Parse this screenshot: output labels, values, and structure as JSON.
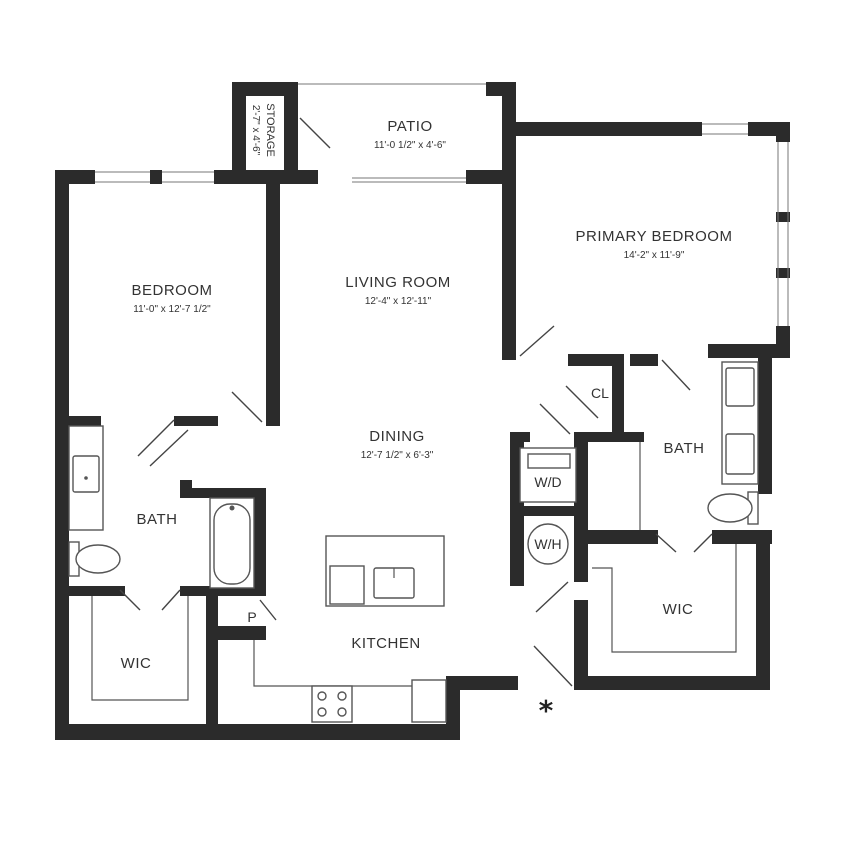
{
  "rooms": {
    "patio": {
      "name": "PATIO",
      "dims": "11'-0 1/2\" x 4'-6\""
    },
    "storage": {
      "name": "STORAGE",
      "dims": "2'-7\" x 4'-6\""
    },
    "bedroom": {
      "name": "BEDROOM",
      "dims": "11'-0\" x 12'-7 1/2\""
    },
    "living": {
      "name": "LIVING ROOM",
      "dims": "12'-4\" x 12'-11\""
    },
    "primary": {
      "name": "PRIMARY BEDROOM",
      "dims": "14'-2\" x 11'-9\""
    },
    "dining": {
      "name": "DINING",
      "dims": "12'-7 1/2\" x 6'-3\""
    },
    "bath_left": {
      "name": "BATH"
    },
    "bath_right": {
      "name": "BATH"
    },
    "wic_left": {
      "name": "WIC"
    },
    "wic_right": {
      "name": "WIC"
    },
    "kitchen": {
      "name": "KITCHEN"
    },
    "closet": {
      "name": "CL"
    },
    "pantry": {
      "name": "P"
    },
    "washer_dryer": {
      "name": "W/D"
    },
    "water_heater": {
      "name": "W/H"
    }
  },
  "entry_marker": "*",
  "colors": {
    "wall": "#2b2b2b",
    "line": "#555555",
    "text": "#333333"
  }
}
